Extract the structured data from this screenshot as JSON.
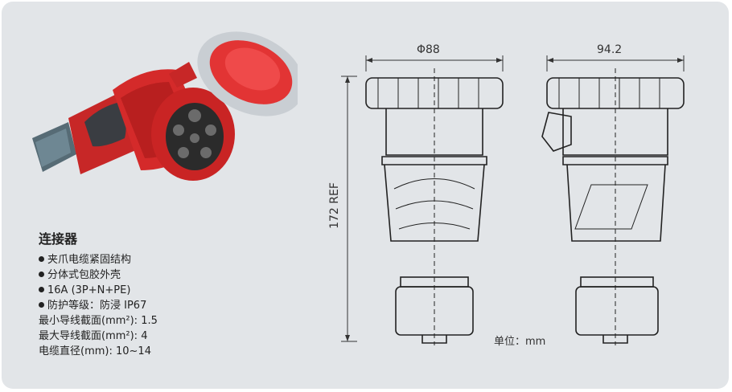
{
  "product": {
    "title": "连接器",
    "features": [
      "夹爪电缆紧固结构",
      "分体式包胶外壳",
      "16A (3P+N+PE)",
      "防护等级：防浸  IP67"
    ],
    "specs": [
      {
        "label": "最小导线截面(mm²):",
        "value": "1.5"
      },
      {
        "label": "最大导线截面(mm²):",
        "value": "4"
      },
      {
        "label": "电缆直径(mm):",
        "value": "10~14"
      }
    ]
  },
  "drawing": {
    "front_width": "Φ88",
    "side_width": "94.2",
    "height": "172 REF",
    "unit": "单位：mm"
  },
  "colors": {
    "background": "#e2e5e8",
    "housing_red": "#d42a2a",
    "cap_grey": "#c9ced3",
    "grip_dark": "#3a3d42"
  },
  "icons": [
    "connector-product-image",
    "technical-drawing-front",
    "technical-drawing-side"
  ]
}
